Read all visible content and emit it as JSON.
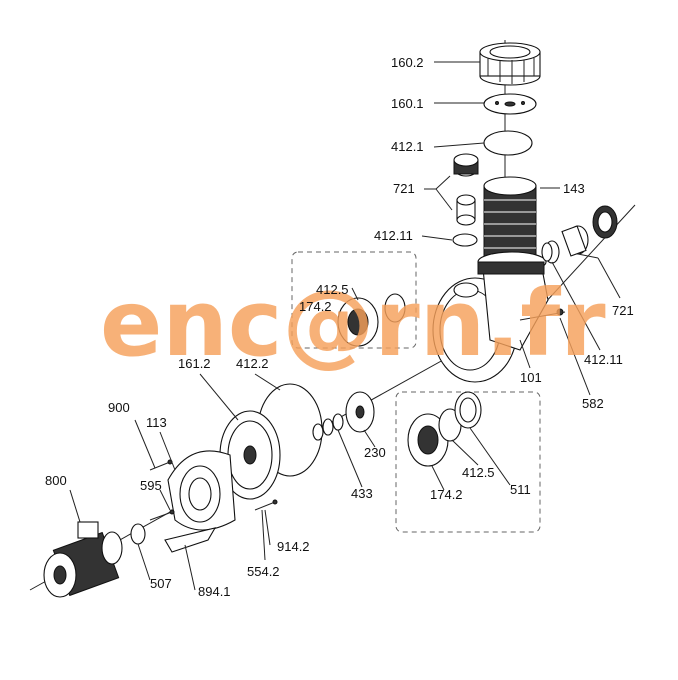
{
  "watermark": {
    "text": "enc@rn.fr",
    "color": "#f5a05a"
  },
  "part_labels": [
    {
      "id": "160.2",
      "text": "160.2"
    },
    {
      "id": "160.1",
      "text": "160.1"
    },
    {
      "id": "412.1",
      "text": "412.1"
    },
    {
      "id": "721a",
      "text": "721"
    },
    {
      "id": "143",
      "text": "143"
    },
    {
      "id": "412.11a",
      "text": "412.11"
    },
    {
      "id": "412.5a",
      "text": "412.5"
    },
    {
      "id": "174.2a",
      "text": "174.2"
    },
    {
      "id": "721b",
      "text": "721"
    },
    {
      "id": "412.11b",
      "text": "412.11"
    },
    {
      "id": "101",
      "text": "101"
    },
    {
      "id": "582",
      "text": "582"
    },
    {
      "id": "161.2",
      "text": "161.2"
    },
    {
      "id": "412.2",
      "text": "412.2"
    },
    {
      "id": "900",
      "text": "900"
    },
    {
      "id": "113",
      "text": "113"
    },
    {
      "id": "230",
      "text": "230"
    },
    {
      "id": "433",
      "text": "433"
    },
    {
      "id": "412.5b",
      "text": "412.5"
    },
    {
      "id": "511",
      "text": "511"
    },
    {
      "id": "174.2b",
      "text": "174.2"
    },
    {
      "id": "800",
      "text": "800"
    },
    {
      "id": "595",
      "text": "595"
    },
    {
      "id": "914.2",
      "text": "914.2"
    },
    {
      "id": "554.2",
      "text": "554.2"
    },
    {
      "id": "507",
      "text": "507"
    },
    {
      "id": "894.1",
      "text": "894.1"
    }
  ]
}
